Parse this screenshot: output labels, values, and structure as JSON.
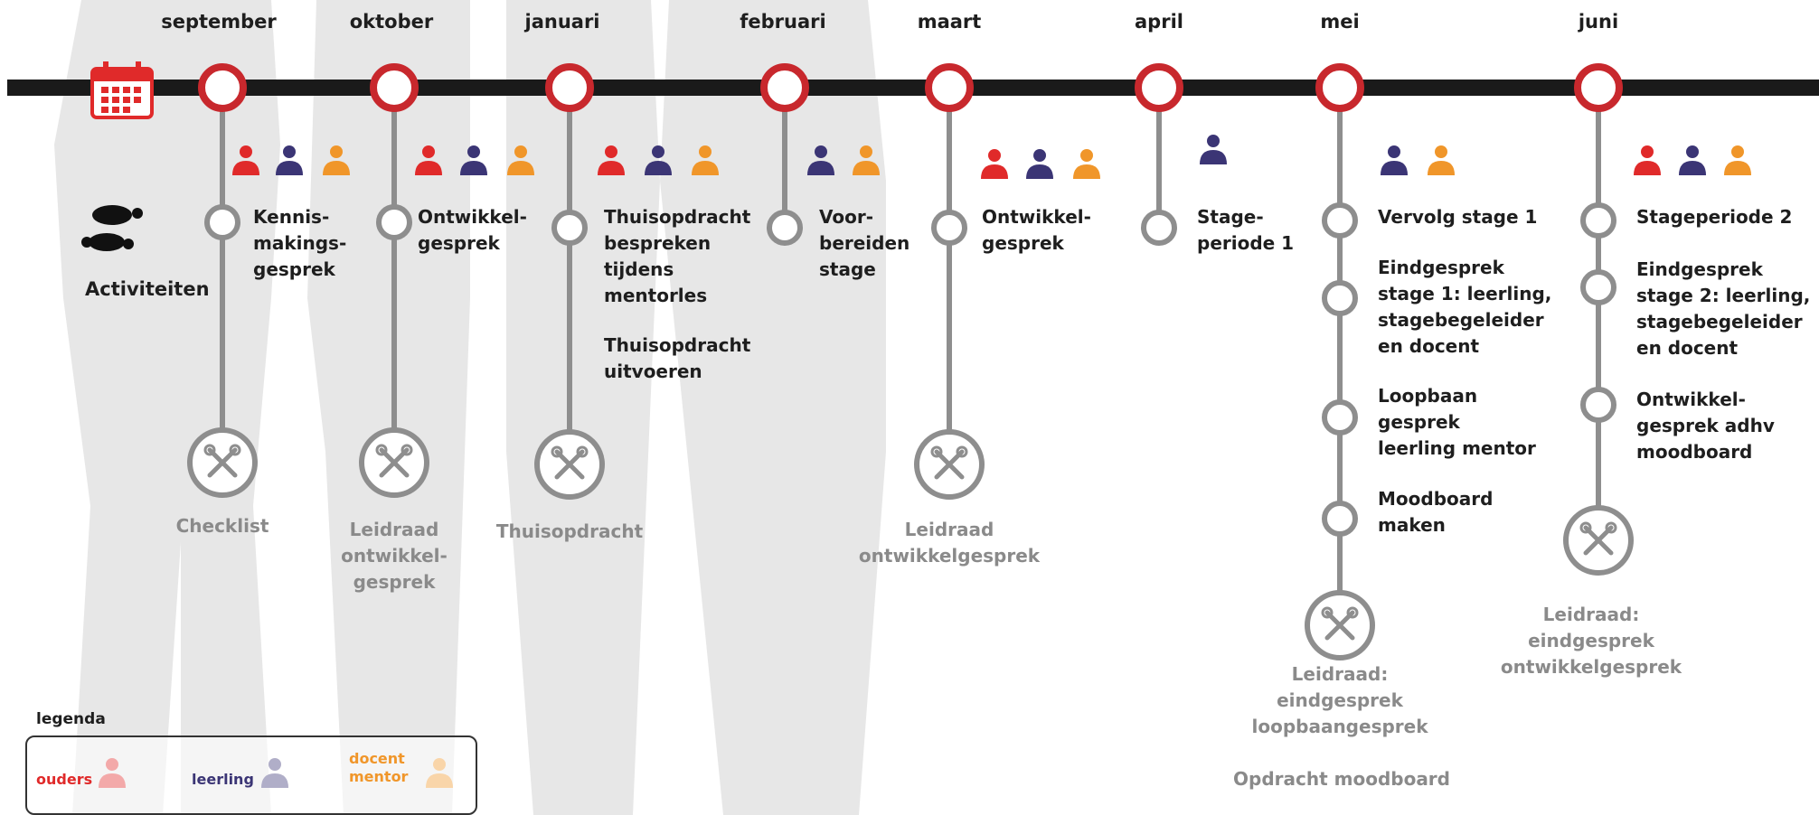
{
  "months": [
    "september",
    "oktober",
    "januari",
    "februari",
    "maart",
    "april",
    "mei",
    "juni"
  ],
  "activities_heading": "Activiteiten",
  "legend": {
    "title": "legenda",
    "ouders": "ouders",
    "leerling": "leerling",
    "docent_line1": "docent",
    "docent_line2": "mentor"
  },
  "colors": {
    "ouders": "#e02a2a",
    "leerling": "#3b3575",
    "docent": "#f0962a",
    "timeline": "#1a1a1a",
    "node_ring": "#c8282d",
    "connector": "#8e8e8e"
  },
  "columns": [
    {
      "roles": [
        "ouders",
        "leerling",
        "docent"
      ],
      "activities": [
        "Kennis-",
        "makings-",
        "gesprek"
      ],
      "tool": [
        "Checklist"
      ]
    },
    {
      "roles": [
        "ouders",
        "leerling",
        "docent"
      ],
      "activities": [
        "Ontwikkel-",
        "gesprek"
      ],
      "tool": [
        "Leidraad",
        "ontwikkel-",
        "gesprek"
      ]
    },
    {
      "roles": [
        "ouders",
        "leerling",
        "docent"
      ],
      "activities": [
        "Thuisopdracht",
        "bespreken",
        "tijdens",
        "mentorles"
      ],
      "activities2": [
        "Thuisopdracht",
        "uitvoeren"
      ],
      "tool": [
        "Thuisopdracht"
      ]
    },
    {
      "roles": [
        "leerling",
        "docent"
      ],
      "activities": [
        "Voor-",
        "bereiden",
        "stage"
      ]
    },
    {
      "roles": [
        "ouders",
        "leerling",
        "docent"
      ],
      "activities": [
        "Ontwikkel-",
        "gesprek"
      ],
      "tool": [
        "Leidraad",
        "ontwikkelgesprek"
      ]
    },
    {
      "roles": [
        "leerling"
      ],
      "activities": [
        "Stage-",
        "periode 1"
      ]
    },
    {
      "roles": [
        "leerling",
        "docent"
      ],
      "activity_groups": [
        [
          "Vervolg stage 1"
        ],
        [
          "Eindgesprek",
          "stage 1: leerling,",
          "stagebegeleider",
          "en docent"
        ],
        [
          "Loopbaan",
          "gesprek",
          "leerling mentor"
        ],
        [
          "Moodboard",
          "maken"
        ]
      ],
      "tool": [
        "Leidraad:",
        "eindgesprek",
        "loopbaangesprek"
      ],
      "extra": "Opdracht moodboard"
    },
    {
      "roles": [
        "ouders",
        "leerling",
        "docent"
      ],
      "activity_groups": [
        [
          "Stageperiode 2"
        ],
        [
          "Eindgesprek",
          "stage 2: leerling,",
          "stagebegeleider",
          "en docent"
        ],
        [
          "Ontwikkel-",
          "gesprek adhv",
          "moodboard"
        ]
      ],
      "tool": [
        "Leidraad:",
        "eindgesprek",
        "ontwikkelgesprek"
      ]
    }
  ],
  "icons": [
    "calendar-icon",
    "footprints-icon",
    "person-icon",
    "tools-icon"
  ]
}
